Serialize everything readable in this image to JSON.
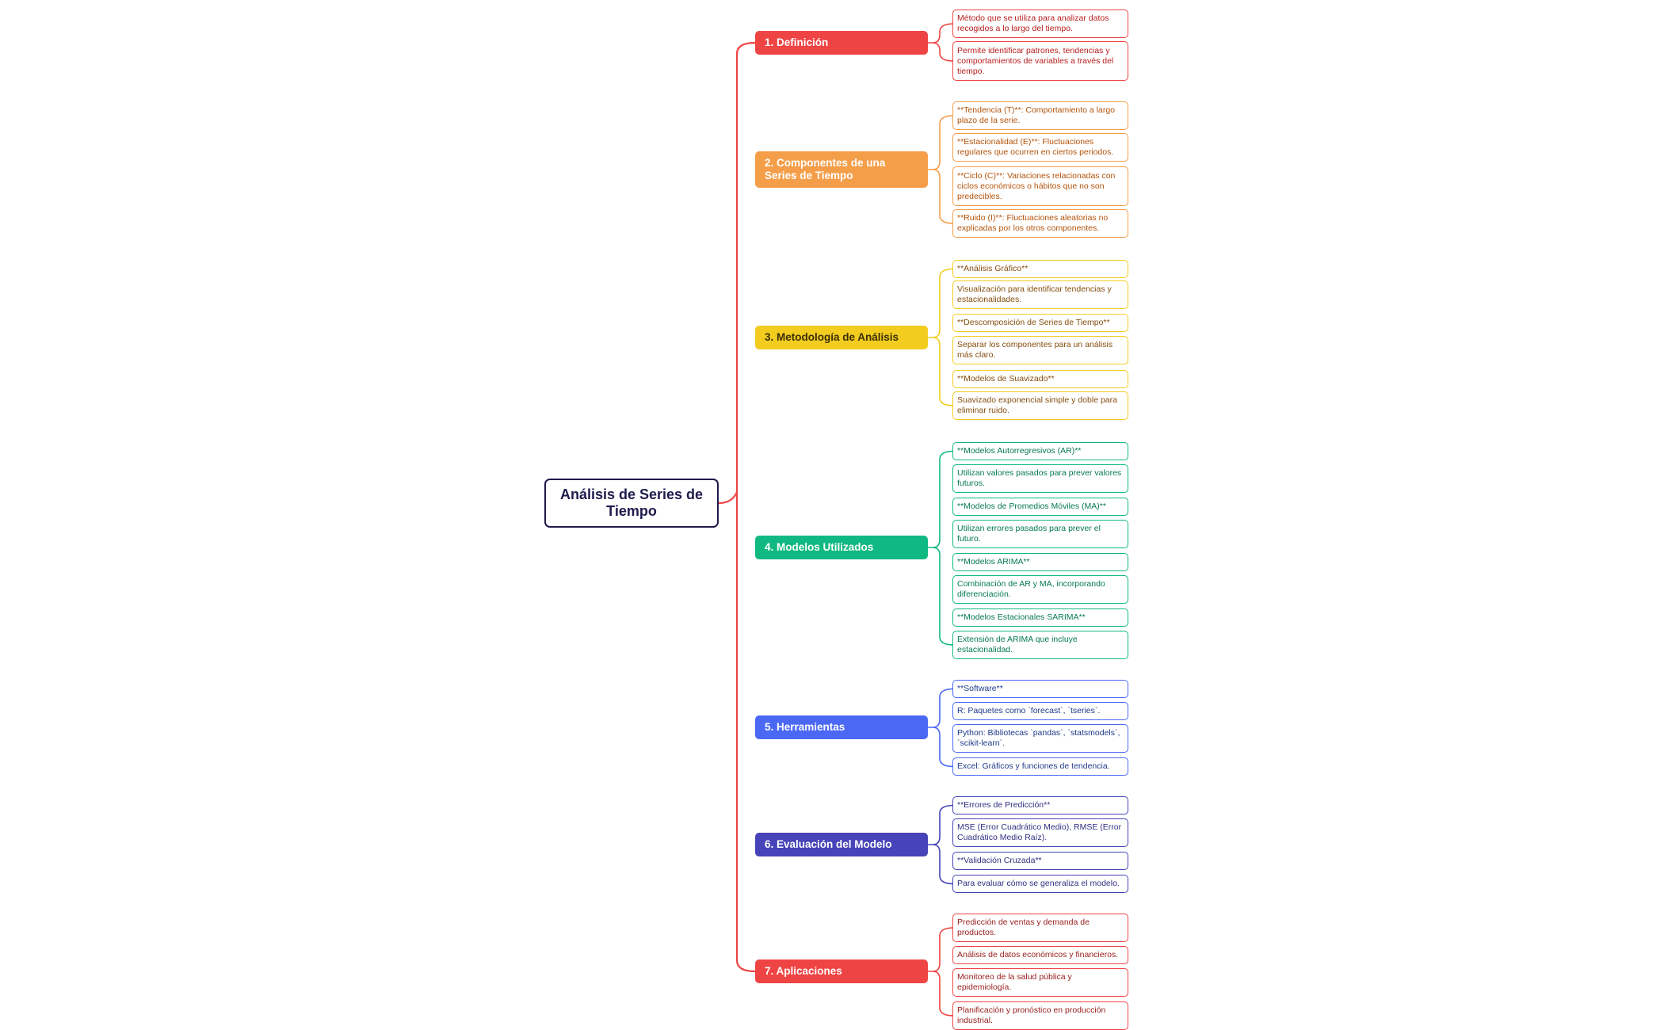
{
  "root": {
    "label": "Análisis de Series de Tiempo"
  },
  "branches": [
    {
      "label": "1. Definición",
      "color": "#ef4444",
      "leaves": [
        "Método que se utiliza para analizar datos recogidos a lo largo del tiempo.",
        "Permite identificar patrones, tendencias y comportamientos de variables a través del tiempo."
      ]
    },
    {
      "label": "2. Componentes de una Series de Tiempo",
      "color": "#f59e4a",
      "leaves": [
        "**Tendencia (T)**: Comportamiento a largo plazo de la serie.",
        "**Estacionalidad (E)**: Fluctuaciones regulares que ocurren en ciertos periodos.",
        "**Ciclo (C)**: Variaciones relacionadas con ciclos económicos o hábitos que no son predecibles.",
        "**Ruido (I)**: Fluctuaciones aleatorias no explicadas por los otros componentes."
      ]
    },
    {
      "label": "3. Metodología de Análisis",
      "color": "#f2cc1f",
      "leaves": [
        "**Análisis Gráfico**",
        "Visualización para identificar tendencias y estacionalidades.",
        "**Descomposición de Series de Tiempo**",
        "Separar los componentes para un análisis más claro.",
        "**Modelos de Suavizado**",
        "Suavizado exponencial simple y doble para eliminar ruido."
      ]
    },
    {
      "label": "4. Modelos Utilizados",
      "color": "#10b981",
      "leaves": [
        "**Modelos Autorregresivos (AR)**",
        "Utilizan valores pasados para prever valores futuros.",
        "**Modelos de Promedios Móviles (MA)**",
        "Utilizan errores pasados para prever el futuro.",
        "**Modelos ARIMA**",
        "Combinación de AR y MA, incorporando diferenciación.",
        "**Modelos Estacionales SARIMA**",
        "Extensión de ARIMA que incluye estacionalidad."
      ]
    },
    {
      "label": "5. Herramientas",
      "color": "#4b68f5",
      "leaves": [
        "**Software**",
        "R: Paquetes como `forecast`, `tseries`.",
        "Python: Bibliotecas `pandas`, `statsmodels`, `scikit-learn`.",
        "Excel: Gráficos y funciones de tendencia."
      ]
    },
    {
      "label": "6. Evaluación del Modelo",
      "color": "#4743b8",
      "leaves": [
        "**Errores de Predicción**",
        "MSE (Error Cuadrático Medio), RMSE (Error Cuadrático Medio Raíz).",
        "**Validación Cruzada**",
        "Para evaluar cómo se generaliza el modelo."
      ]
    },
    {
      "label": "7. Aplicaciones",
      "color": "#ef4444",
      "leaves": [
        "Predicción de ventas y demanda de productos.",
        "Análisis de datos económicos y financieros.",
        "Monitoreo de la salud pública y epidemiología.",
        "Planificación y pronóstico en producción industrial."
      ]
    }
  ],
  "colors": {
    "root_border": "#1e1b4b",
    "trunk": "#ef4444",
    "leaf_text": {
      "1. Definición": "#b91c1c",
      "2. Componentes de una Series de Tiempo": "#b45309",
      "3. Metodología de Análisis": "#854d0e",
      "4. Modelos Utilizados": "#047857",
      "5. Herramientas": "#1e3a8a",
      "6. Evaluación del Modelo": "#312e81",
      "7. Aplicaciones": "#991b1b"
    }
  }
}
